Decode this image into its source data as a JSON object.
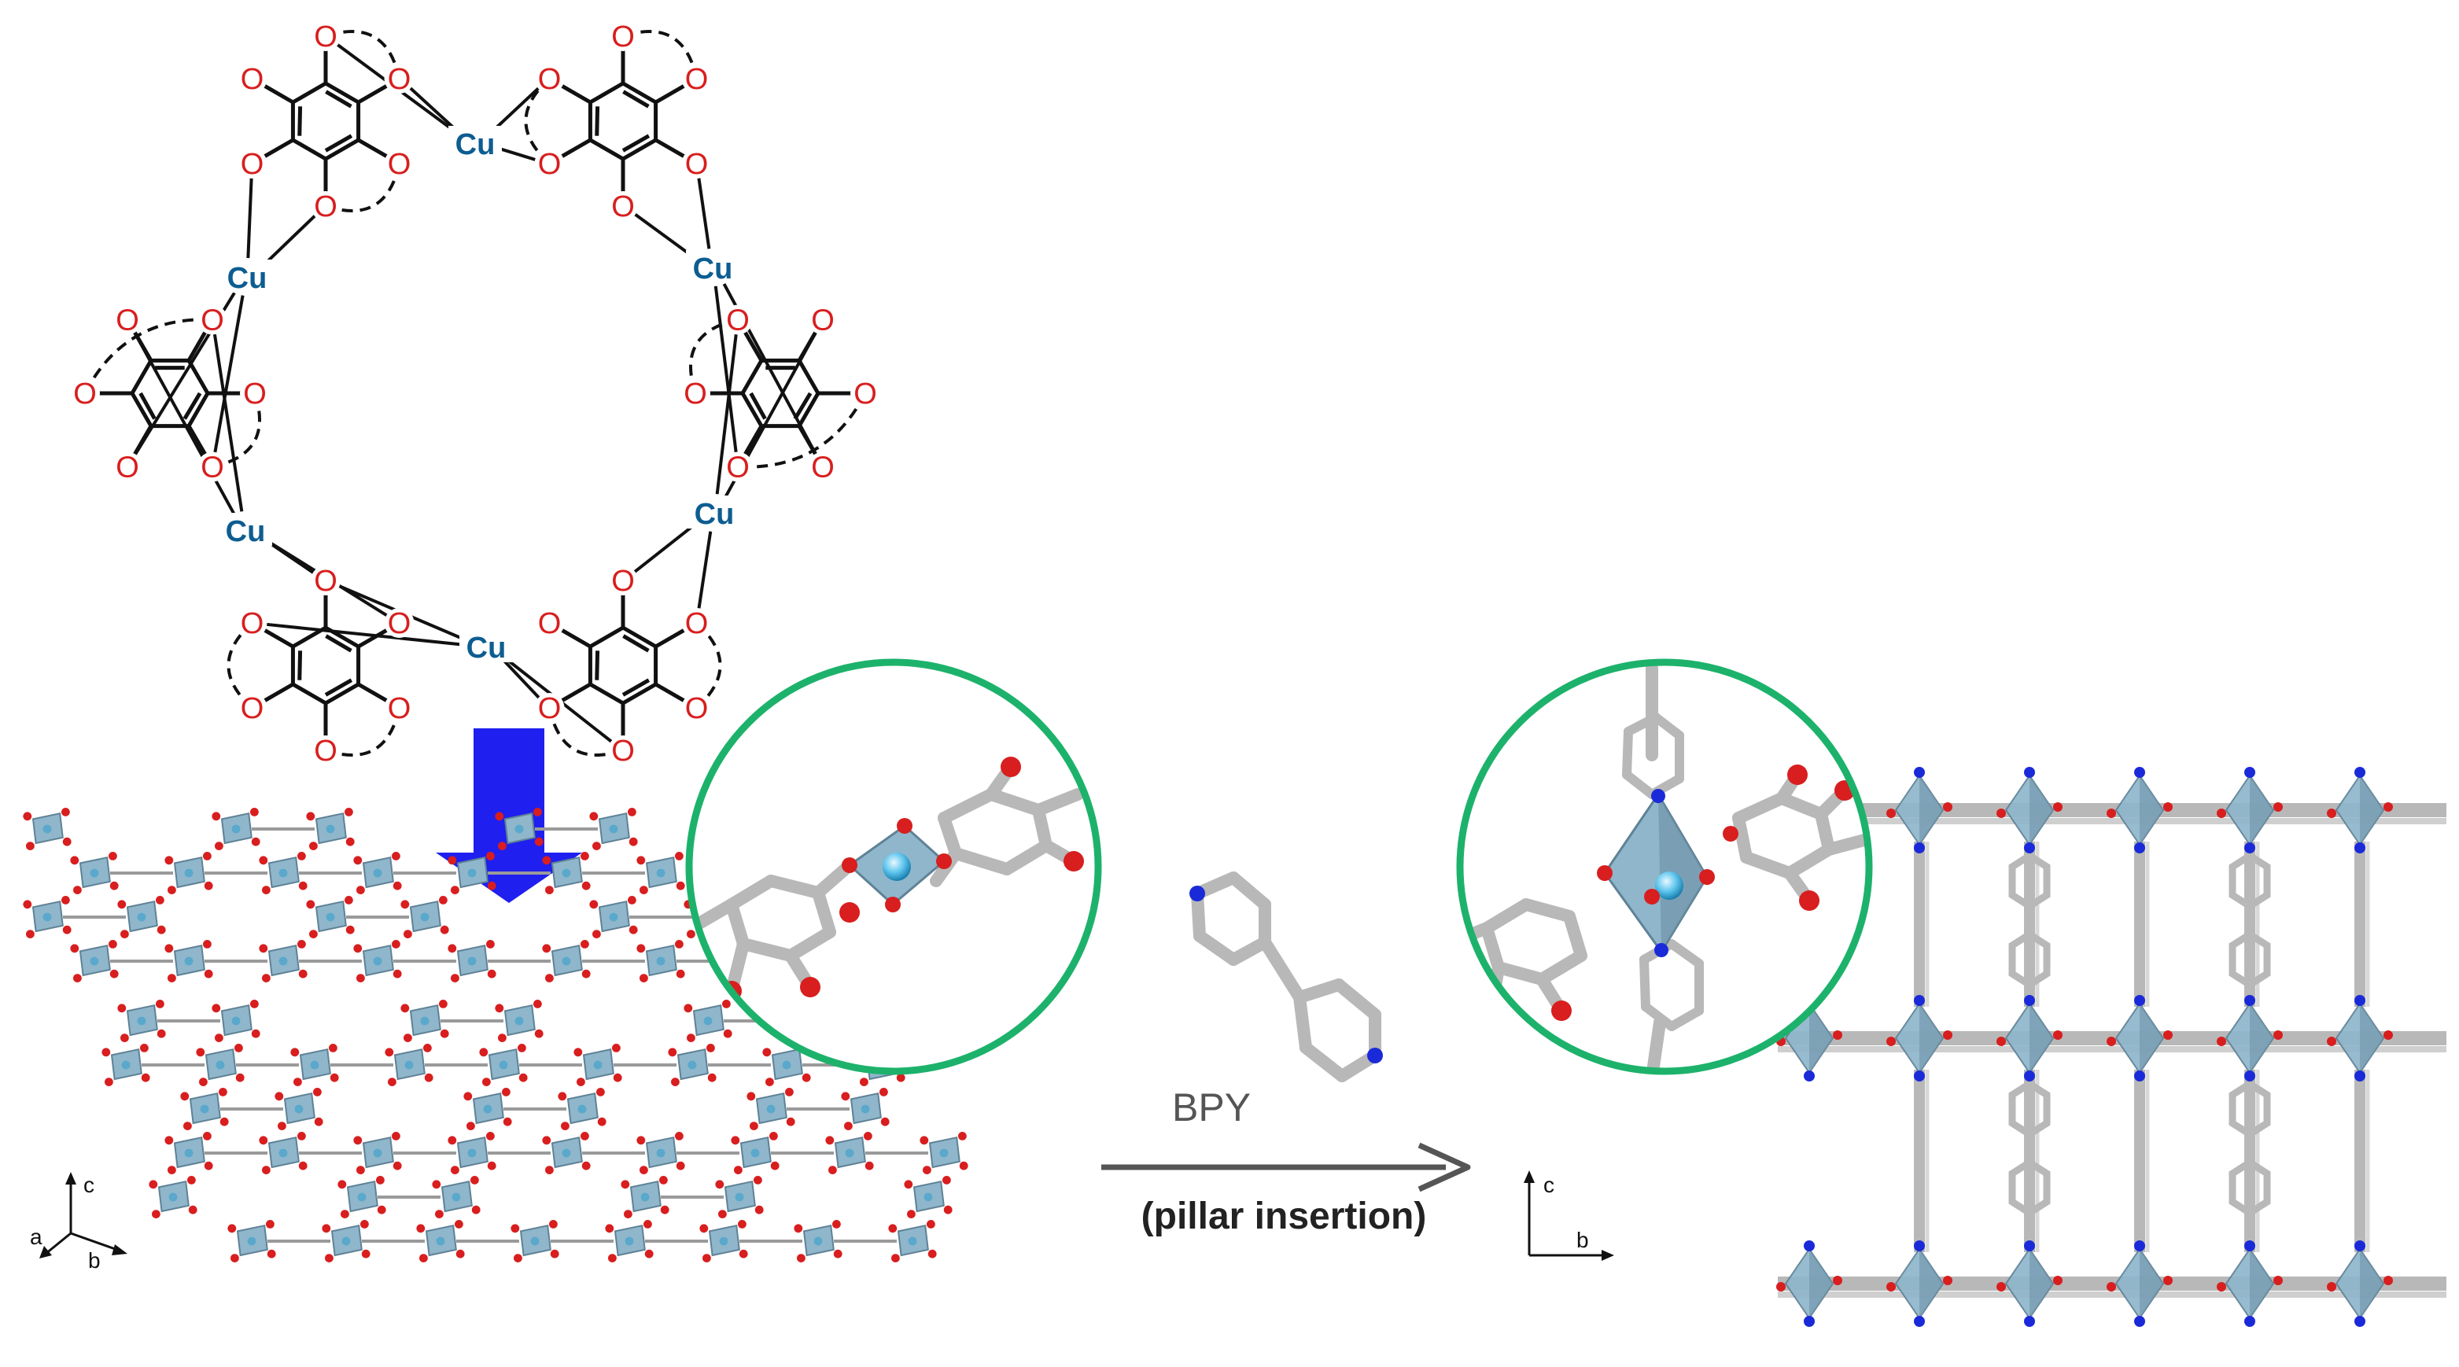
{
  "scheme": {
    "ring_labels": {
      "oxygen": "O",
      "copper": "Cu"
    },
    "bpy_label": "BPY",
    "arrow_caption": "(pillar insertion)",
    "axes_left": {
      "a": "a",
      "b": "b",
      "c": "c"
    },
    "axes_right": {
      "c": "c",
      "b": "b"
    }
  },
  "colors": {
    "oxygen": "#d81e1e",
    "copper": "#0d5d91",
    "bond": "#111111",
    "inset_ring": "#1db26b",
    "down_arrow": "#1f1ff0",
    "octahedron": "#8fb6cb",
    "octahedron_dark": "#5f8296",
    "stick": "#b8b8b8",
    "nitrogen": "#1b2ad8",
    "process_arrow": "#555555"
  }
}
